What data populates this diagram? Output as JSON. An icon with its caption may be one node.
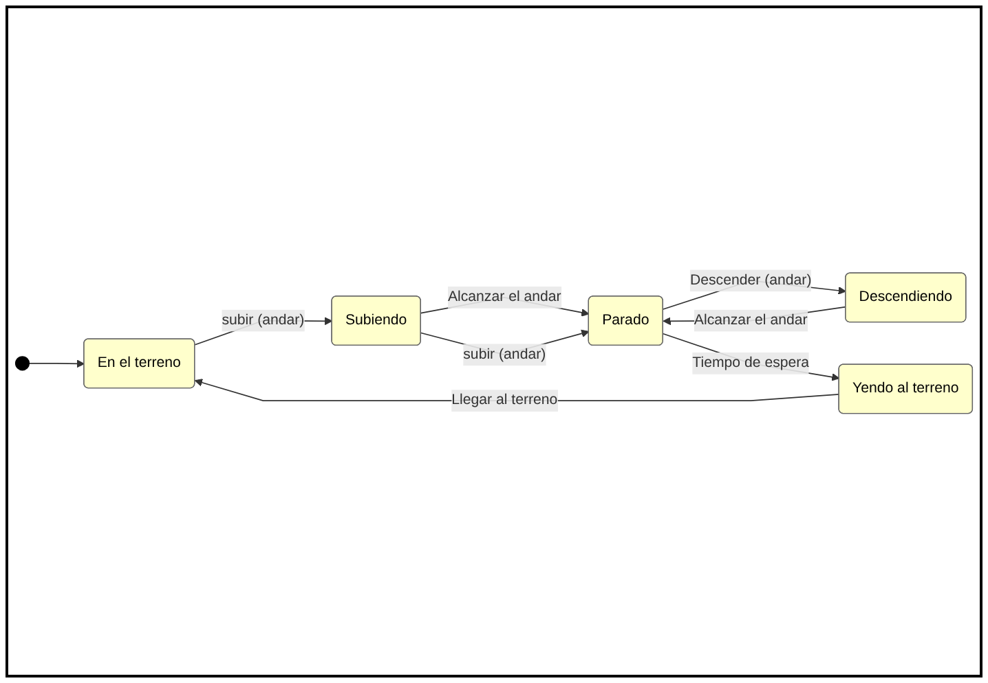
{
  "diagram": {
    "nodes": [
      {
        "text": [],
        "shape": "circle"
      },
      {
        "text": [
          "En el terreno"
        ]
      },
      {
        "text": [
          "Subiendo"
        ]
      },
      {
        "text": [
          "Yendo al terreno"
        ]
      },
      {
        "text": [
          "Descendiendo"
        ]
      },
      {
        "text": [
          "Parado"
        ]
      }
    ],
    "edges": [
      {
        "from": 0,
        "to": 1,
        "arrow": "to"
      },
      {
        "from": 1,
        "to": 2,
        "arrow": "to",
        "label": "subir (andar)"
      },
      {
        "from": 2,
        "to": 5,
        "arrow": "to",
        "label": "Alcanzar el andar"
      },
      {
        "from": 2,
        "to": 5,
        "arrow": "to",
        "label": "subir (andar)"
      },
      {
        "from": 4,
        "to": 5,
        "arrow": "to",
        "label": "Alcanzar el andar"
      },
      {
        "from": 5,
        "to": 4,
        "arrow": "to",
        "label": "Descender (andar)"
      },
      {
        "from": 5,
        "to": 3,
        "arrow": "to",
        "label": "Tiempo de espera"
      },
      {
        "from": 3,
        "to": 1,
        "arrow": "to",
        "label": "Llegar al terreno"
      }
    ]
  }
}
